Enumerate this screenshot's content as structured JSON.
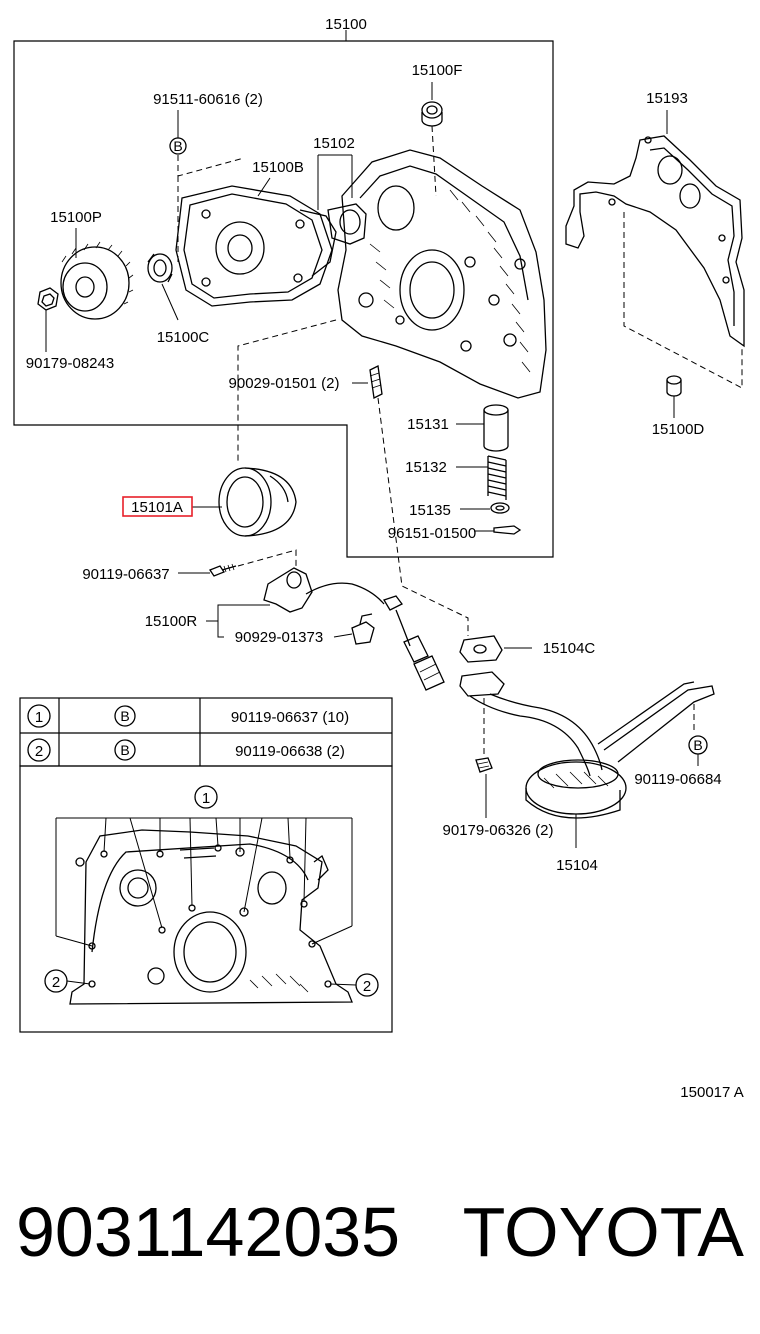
{
  "labels": {
    "assembly": "15100",
    "pump_cover_f": "15100F",
    "bolt_91511": "91511-60616 (2)",
    "body_15102": "15102",
    "plate_15100b": "15100B",
    "rotor_15100p": "15100P",
    "bearing_15100c": "15100C",
    "bolt_90179_08243": "90179-08243",
    "pin_90029": "90029-01501 (2)",
    "gasket_15193": "15193",
    "pin_15100d": "15100D",
    "valve_15131": "15131",
    "spring_15132": "15132",
    "retainer_15135": "15135",
    "clip_96151": "96151-01500",
    "seal_15101a": "15101A",
    "bolt_90119_06637": "90119-06637",
    "sensor_15100r": "15100R",
    "clamp_90929": "90929-01373",
    "gasket_15104c": "15104C",
    "bolt_90119_06684": "90119-06684",
    "nut_90179_06326": "90179-06326 (2)",
    "strainer_15104": "15104",
    "bolt_mark": "B",
    "figure_code": "150017 A"
  },
  "bolt_table": {
    "rows": [
      {
        "index": "1",
        "mark": "B",
        "part": "90119-06637 (10)"
      },
      {
        "index": "2",
        "mark": "B",
        "part": "90119-06638 (2)"
      }
    ]
  },
  "inset": {
    "callout_1": "1",
    "callout_2_left": "2",
    "callout_2_right": "2"
  },
  "footer": {
    "part_number": "9031142035",
    "brand": "TOYOTA"
  },
  "colors": {
    "highlight": "#e8202a",
    "ink": "#000000"
  }
}
